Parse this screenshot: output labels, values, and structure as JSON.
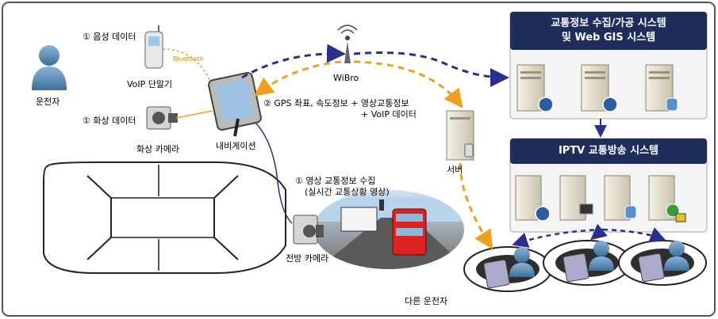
{
  "labels": {
    "driver": "운전자",
    "voice_data": "① 음성 데이터",
    "bluetooth": "Bluetooth",
    "voip_terminal": "VoIP 단말기",
    "video_data": "① 화상 데이터",
    "video_camera": "화상 카메라",
    "navigation": "내비게이션",
    "gps_info_line1": "② GPS 좌표, 속도정보 + 영상교통정보",
    "gps_info_line2": "+ VoIP 데이터",
    "wibro": "WiBro",
    "server": "서버",
    "video_collect_line1": "① 영상 교통정보 수집",
    "video_collect_line2": "(실시간 교통상황 영상)",
    "front_camera": "전방 카메라",
    "other_drivers": "다른 운전자"
  },
  "systems": {
    "traffic_system_line1": "교통정보 수집/가공 시스템",
    "traffic_system_line2": "및 Web GIS 시스템",
    "iptv_system": "IPTV 교통방송 시스템"
  },
  "colors": {
    "orange_flow": "#f0a020",
    "navy_flow": "#2b2f8a",
    "header_bg": "#1f2d5a",
    "panel_bg": "#f4f4f4"
  }
}
